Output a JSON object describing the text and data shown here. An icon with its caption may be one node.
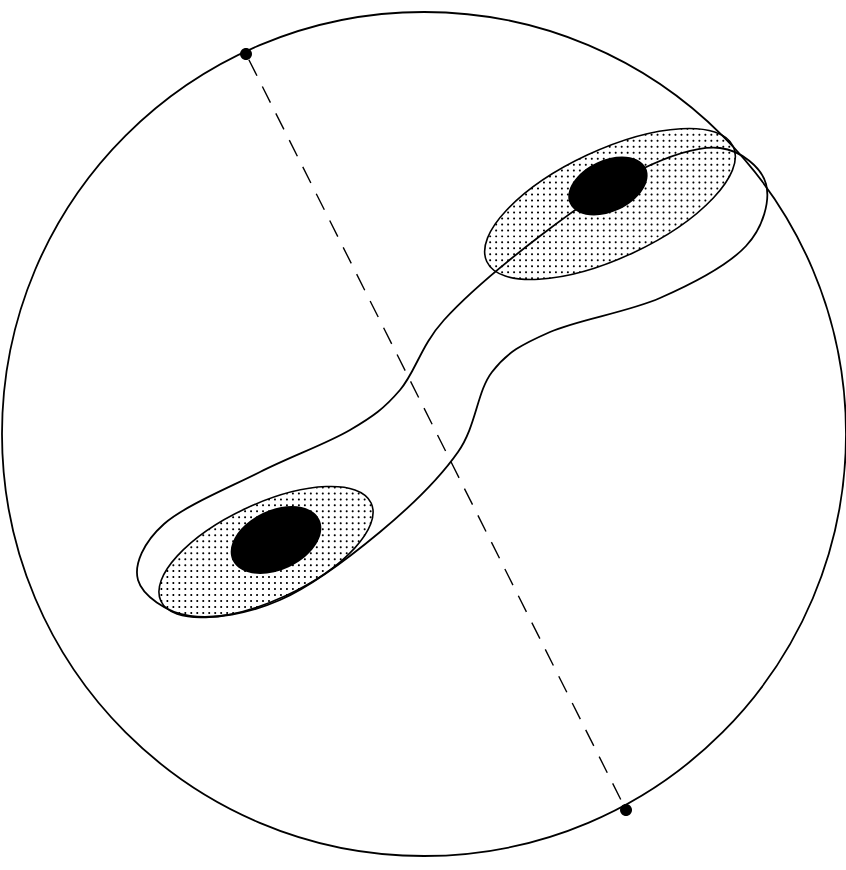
{
  "diagram": {
    "nodes": [
      {
        "text": [],
        "shape": "circle"
      },
      {
        "text": [],
        "shape": "circle"
      }
    ],
    "edges": [
      {
        "from": 0,
        "to": 1,
        "arrow": "none",
        "style": "dashed"
      }
    ]
  }
}
